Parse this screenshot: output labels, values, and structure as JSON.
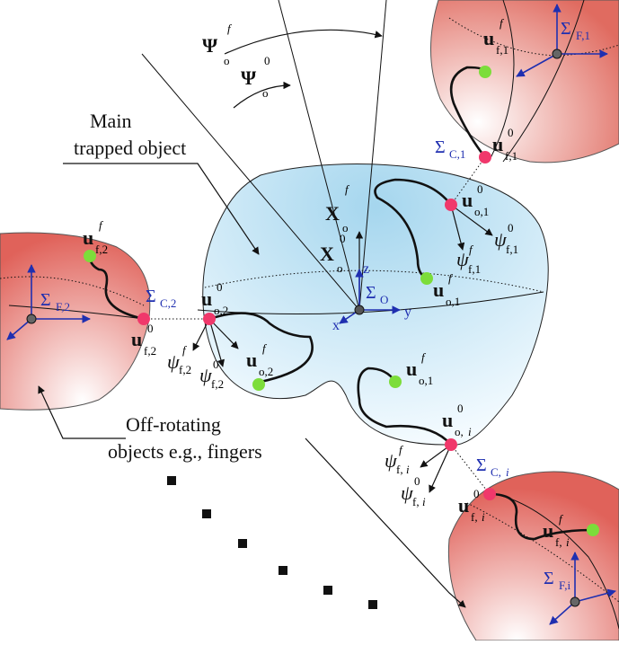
{
  "labels": {
    "psi_o": "Ψ",
    "psi_o_sub": "o",
    "psi_sup_f": "f",
    "psi_sup_0": "0",
    "main_title_1": "Main",
    "main_title_2": "trapped object",
    "off_title_1": "Off-rotating",
    "off_title_2": "objects e.g., fingers",
    "X": "X",
    "X_sub": "o",
    "X_sup_f": "f",
    "X_sup_0": "0",
    "sigma": "Σ",
    "sigma_o_sub": "O",
    "sigma_c1_sub": "C,1",
    "sigma_c2_sub": "C,2",
    "sigma_ci_sub": "C,",
    "sigma_f1_sub": "F,1",
    "sigma_f2_sub": "F,2",
    "sigma_fi_sub": "F,i",
    "axis_x": "x",
    "axis_y": "y",
    "axis_z": "z",
    "u": "u",
    "psi": "ψ",
    "sub_f1": "f,1",
    "sub_f2": "f,2",
    "sub_fi": "f,",
    "sub_o1": "o,1",
    "sub_o2": "o,2",
    "sub_oi": "o,",
    "italic_i": "i",
    "sup_f": "f",
    "sup_0": "0"
  },
  "colors": {
    "contact_point": "#f0386b",
    "goal_point": "#7cdd3a",
    "frame_blue": "#1f2fb0",
    "finger_fill": "#e0625a",
    "object_fill": "#a8d8ef"
  }
}
